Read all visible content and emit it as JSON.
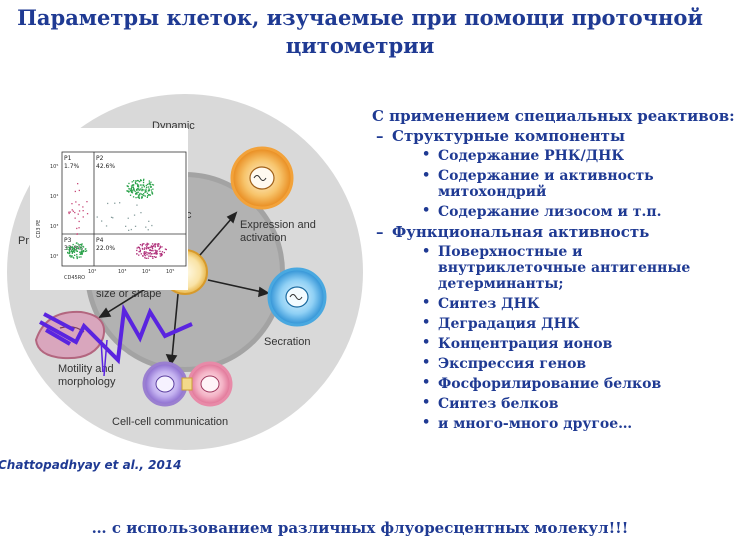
{
  "title": {
    "line1": "Параметры клеток, изучаемые при помощи проточной",
    "line2": "цитометрии"
  },
  "right_column": {
    "heading": "С применением специальных реактивов:",
    "sections": [
      {
        "dash": "–",
        "label": "Структурные компоненты",
        "items": [
          "Содержание РНК/ДНК",
          "Содержание и активность митохондрий",
          "Содержание лизосом и т.п."
        ]
      },
      {
        "dash": "–",
        "label": "Функциональная активность",
        "items": [
          "Поверхностные и внутриклеточные антигенные детерминанты;",
          "Синтез ДНК",
          "Деградация ДНК",
          "Концентрация ионов",
          "Экспрессия генов",
          "Фосфорилирование белков",
          "Синтез белков",
          "и много-много другое…"
        ]
      }
    ],
    "bullet": "•"
  },
  "citation": "Chattopadhyay et al., 2014",
  "footer": "… с использованием различных флуоресцентных молекул!!!",
  "diagram": {
    "labels": {
      "dynamic": "Dynamic",
      "expression": "Expression and",
      "activation": "activation",
      "secretion": "Secration",
      "motility": "Motility and",
      "morphology": "morphology",
      "cellcell": "Cell-cell communication",
      "size": "size or shape",
      "c_frag": "c",
      "pr_frag": "Pr"
    },
    "colors": {
      "outer_ring": "#d6d6d6",
      "inner_disc": "#9a9a9a",
      "orange": "#f2a23a",
      "blue": "#49a8e0",
      "purple": "#9a7fd0",
      "pink": "#e88aa8",
      "zigzag": "#5a24e0"
    }
  },
  "inset": {
    "quadrants": [
      "P1",
      "P2",
      "P3",
      "P4"
    ],
    "percents": [
      "1.7%",
      "42.6%",
      "33.8%",
      "22.0%"
    ],
    "ticks": [
      "10²",
      "10³",
      "10⁴",
      "10⁵"
    ],
    "xlabel": "CD45RO",
    "ylabel": "CD3 PE"
  }
}
